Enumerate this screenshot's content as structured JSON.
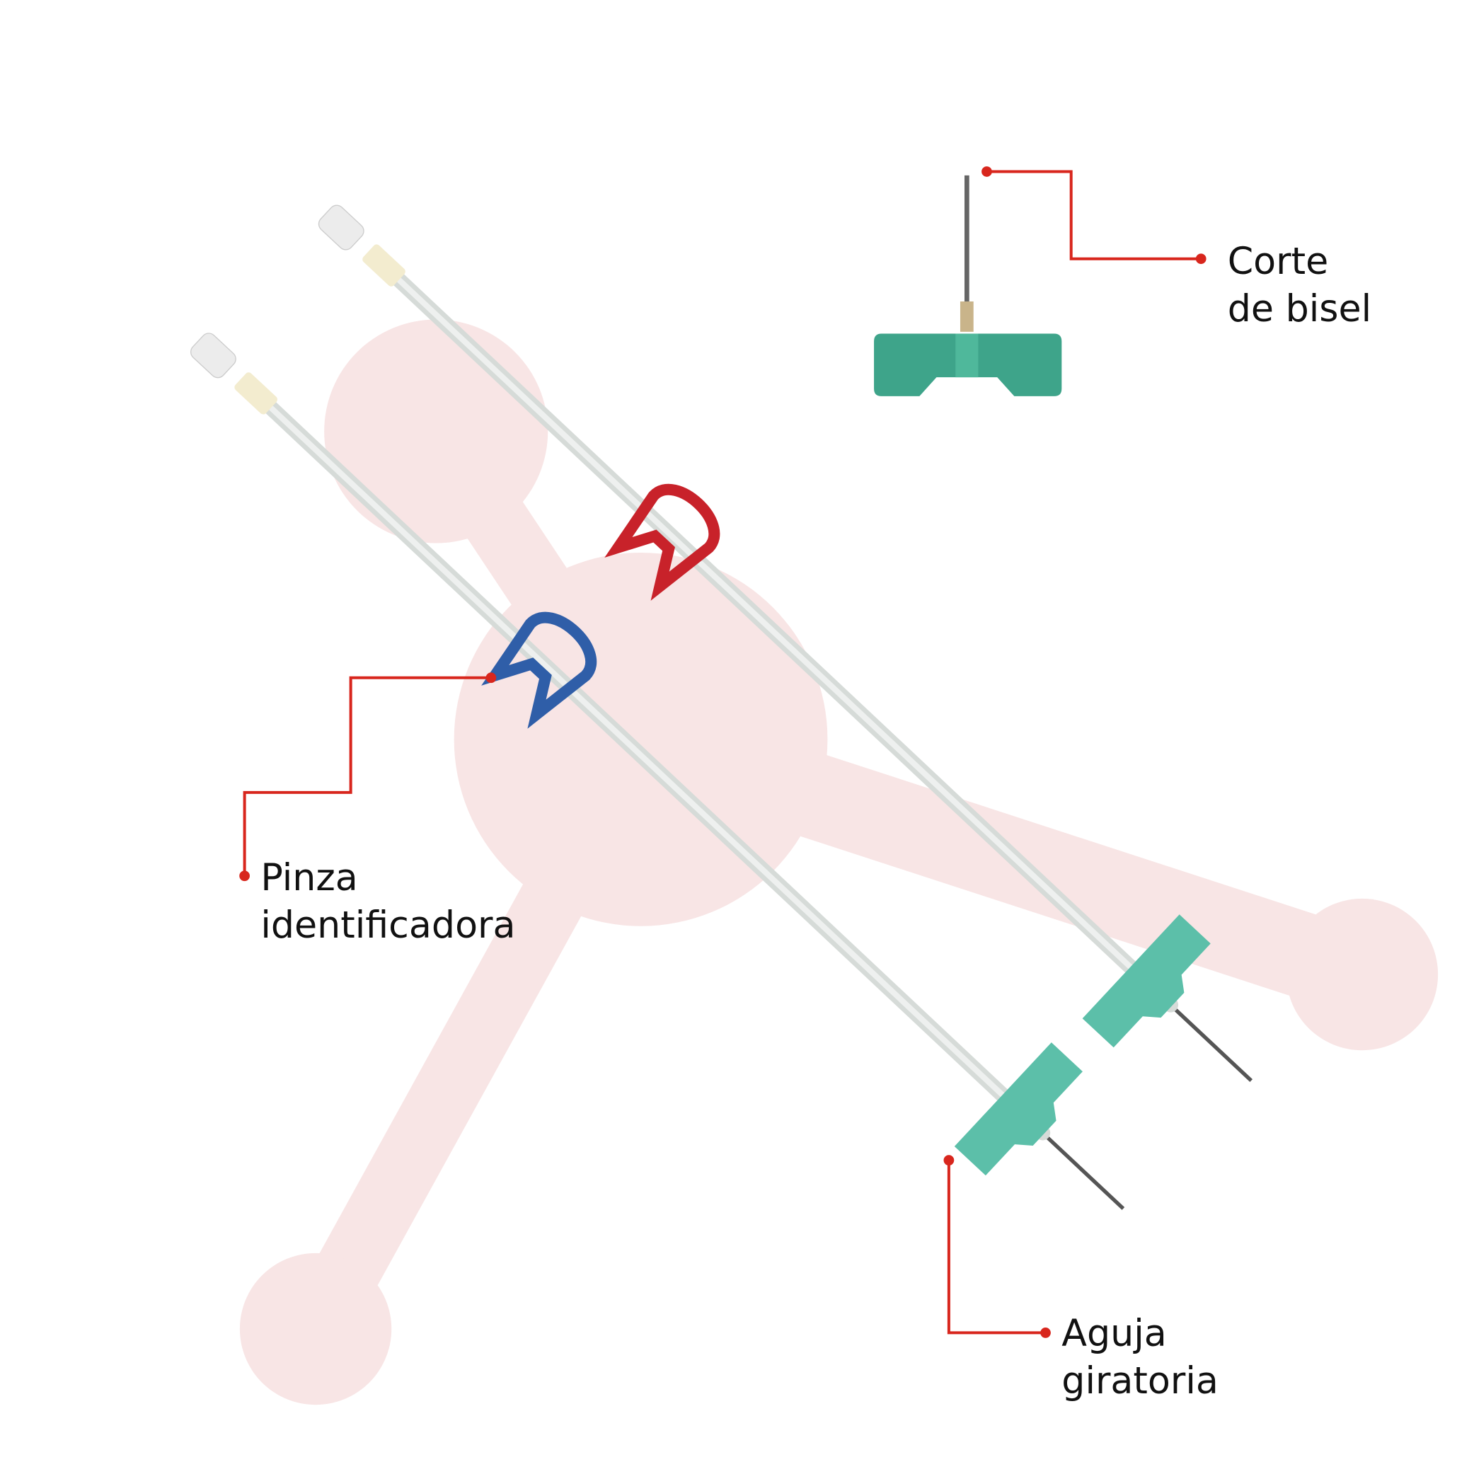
{
  "labels": {
    "bevel": {
      "line1": "Corte",
      "line2": "de bisel"
    },
    "clamp": {
      "line1": "Pinza",
      "line2": "identificadora"
    },
    "needle": {
      "line1": "Aguja",
      "line2": "giratoria"
    }
  },
  "colors": {
    "background_shape": "#f8e5e5",
    "callout": "#d8261d",
    "wing": "#5cbfa9",
    "wing_dark": "#2f9a7e",
    "tube": "#dfe3e1",
    "clamp_red": "#c8222a",
    "clamp_blue": "#2f5ea8"
  }
}
